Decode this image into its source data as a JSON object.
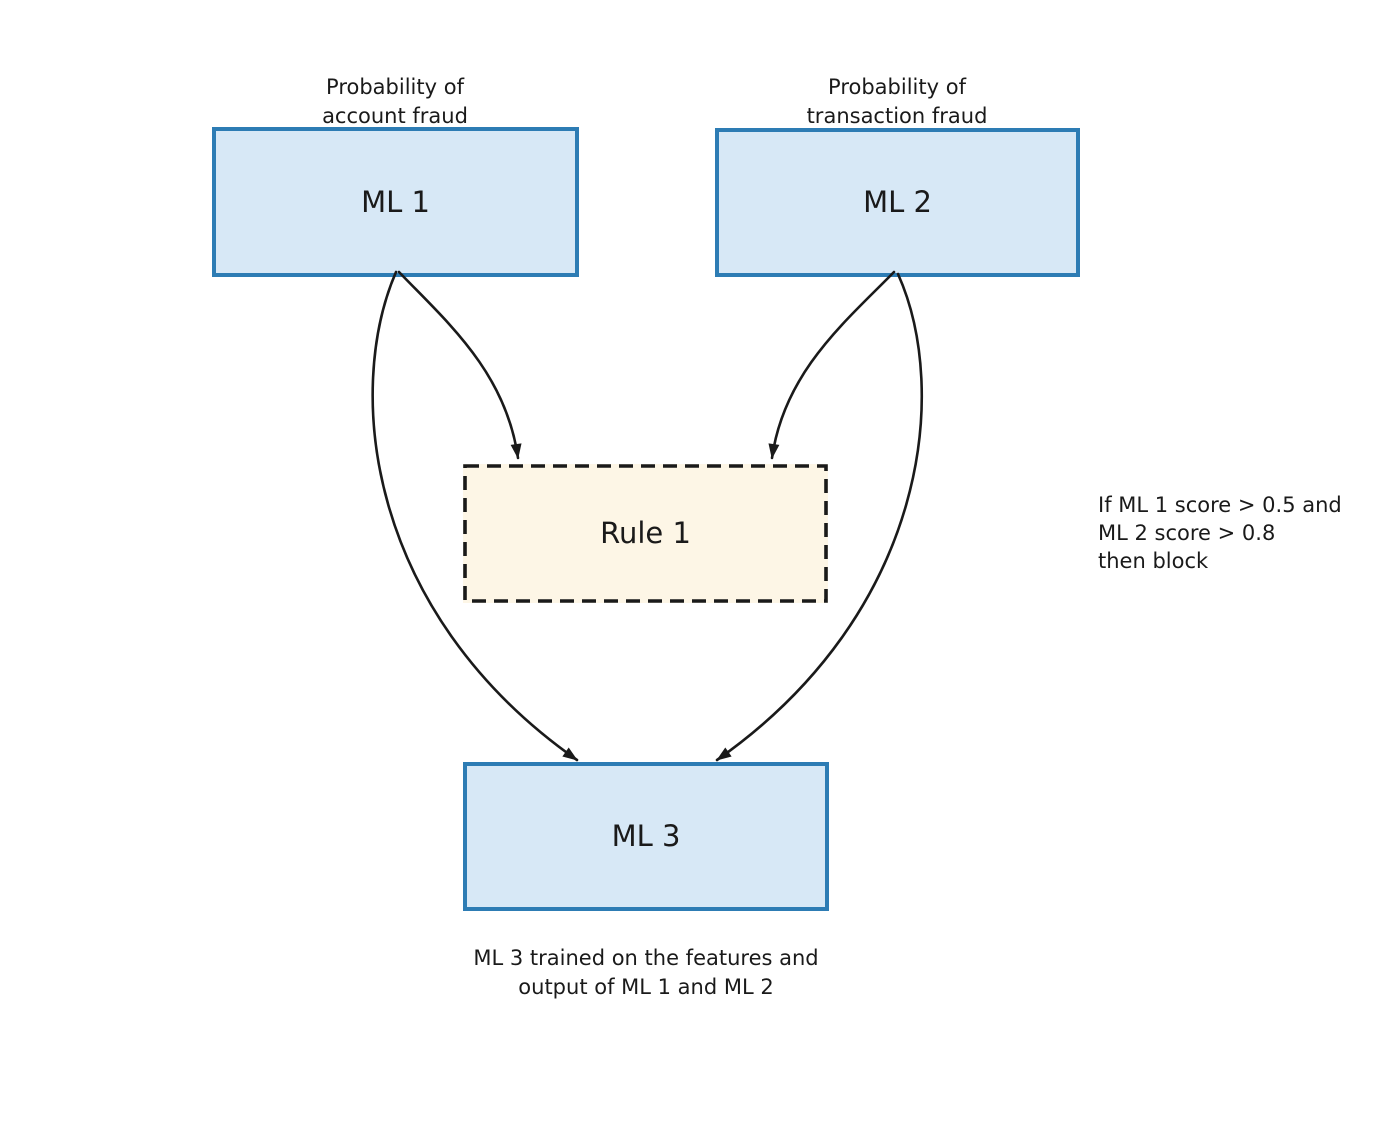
{
  "diagram": {
    "colors": {
      "canvas_bg": "#ffffff",
      "ml_fill": "#d7e8f6",
      "ml_border": "#2d7cb4",
      "rule_fill": "#fdf6e6",
      "rule_border": "#1a1a1a",
      "arrow": "#1a1a1a",
      "text": "#1a1a1a"
    },
    "nodes": {
      "ml1": {
        "label": "ML 1",
        "caption": "Probability of\naccount fraud"
      },
      "ml2": {
        "label": "ML 2",
        "caption": "Probability of\ntransaction fraud"
      },
      "rule1": {
        "label": "Rule 1"
      },
      "ml3": {
        "label": "ML 3",
        "caption": "ML 3 trained on the features and\noutput of ML 1 and ML 2"
      }
    },
    "annotation": "If ML 1 score > 0.5 and\nML 2 score > 0.8\nthen block",
    "edges": [
      {
        "from": "ML 1",
        "to": "Rule 1"
      },
      {
        "from": "ML 2",
        "to": "Rule 1"
      },
      {
        "from": "ML 1",
        "to": "ML 3"
      },
      {
        "from": "ML 2",
        "to": "ML 3"
      }
    ]
  }
}
